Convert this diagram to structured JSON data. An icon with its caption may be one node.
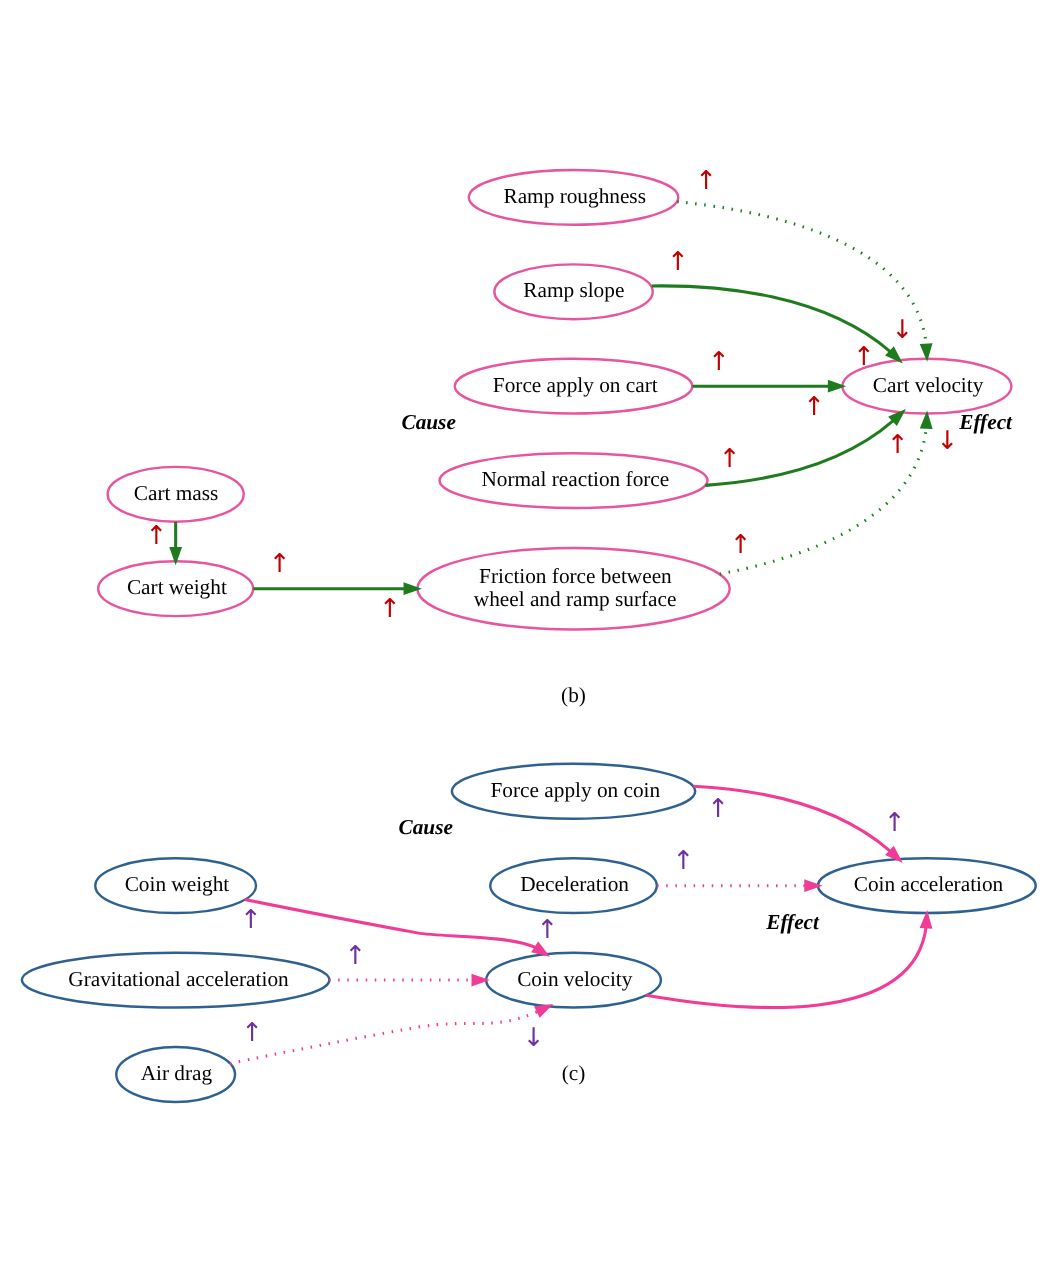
{
  "diagram": {
    "nodes": [
      {
        "text": [
          "Ramp roughness"
        ],
        "beside": [
          "↑"
        ]
      },
      {
        "text": [
          "Ramp slope"
        ],
        "beside": [
          "↑"
        ]
      },
      {
        "text": [
          "Force apply on cart"
        ],
        "beside": [
          "Cause",
          "↑"
        ]
      },
      {
        "text": [
          "Cart velocity"
        ],
        "beside": [
          "↓",
          "Effect",
          "↑",
          "↑",
          "↑",
          "↓"
        ]
      },
      {
        "text": [
          "Normal reaction force"
        ],
        "beside": [
          "↑"
        ]
      },
      {
        "text": [
          "Cart weight"
        ],
        "beside": [
          "↑"
        ]
      },
      {
        "text": [
          "Friction force between wheel and ramp surface"
        ],
        "beside": [
          "↑",
          "↑"
        ]
      },
      {
        "text": [
          "Cart mass"
        ],
        "beside": [
          "↑"
        ]
      },
      {
        "text": [
          "Force apply on coin"
        ],
        "beside": [
          "Cause",
          "↑"
        ]
      },
      {
        "text": [
          "Coin acceleration"
        ],
        "beside": [
          "Effect",
          "↑"
        ]
      },
      {
        "text": [
          "Coin velocity"
        ],
        "beside": [
          "↑",
          "↓"
        ]
      },
      {
        "text": [
          "Coin weight"
        ],
        "beside": [
          "↑"
        ]
      },
      {
        "text": [
          "Deceleration"
        ],
        "beside": [
          "↑"
        ]
      },
      {
        "text": [
          "Gravitational acceleration"
        ],
        "beside": [
          "↑"
        ]
      },
      {
        "text": [
          "Air drag"
        ],
        "beside": [
          "↑"
        ]
      }
    ],
    "edges": [
      {
        "from": 0,
        "to": 3,
        "arrow": "to",
        "style": "dashed",
        "color": "#1e7b1e"
      },
      {
        "from": 1,
        "to": 3,
        "arrow": "to",
        "color": "#1e7b1e"
      },
      {
        "from": 2,
        "to": 3,
        "arrow": "to",
        "color": "#1e7b1e"
      },
      {
        "from": 4,
        "to": 3,
        "arrow": "to",
        "color": "#1e7b1e"
      },
      {
        "from": 6,
        "to": 3,
        "arrow": "to",
        "style": "dashed",
        "color": "#1e7b1e"
      },
      {
        "from": 5,
        "to": 6,
        "arrow": "to",
        "color": "#1e7b1e"
      },
      {
        "from": 7,
        "to": 5,
        "arrow": "to",
        "color": "#1e7b1e"
      },
      {
        "from": 8,
        "to": 9,
        "arrow": "to",
        "color": "#f03c96"
      },
      {
        "from": 10,
        "to": 9,
        "arrow": "to",
        "color": "#f03c96"
      },
      {
        "from": 12,
        "to": 9,
        "arrow": "to",
        "style": "dashed",
        "color": "#f03c96"
      },
      {
        "from": 11,
        "to": 10,
        "arrow": "to",
        "color": "#f03c96"
      },
      {
        "from": 13,
        "to": 10,
        "arrow": "to",
        "style": "dashed",
        "color": "#f03c96"
      },
      {
        "from": 14,
        "to": 10,
        "arrow": "to",
        "style": "dashed",
        "color": "#f03c96"
      }
    ],
    "labels": [
      "(b)",
      "(c)"
    ]
  }
}
